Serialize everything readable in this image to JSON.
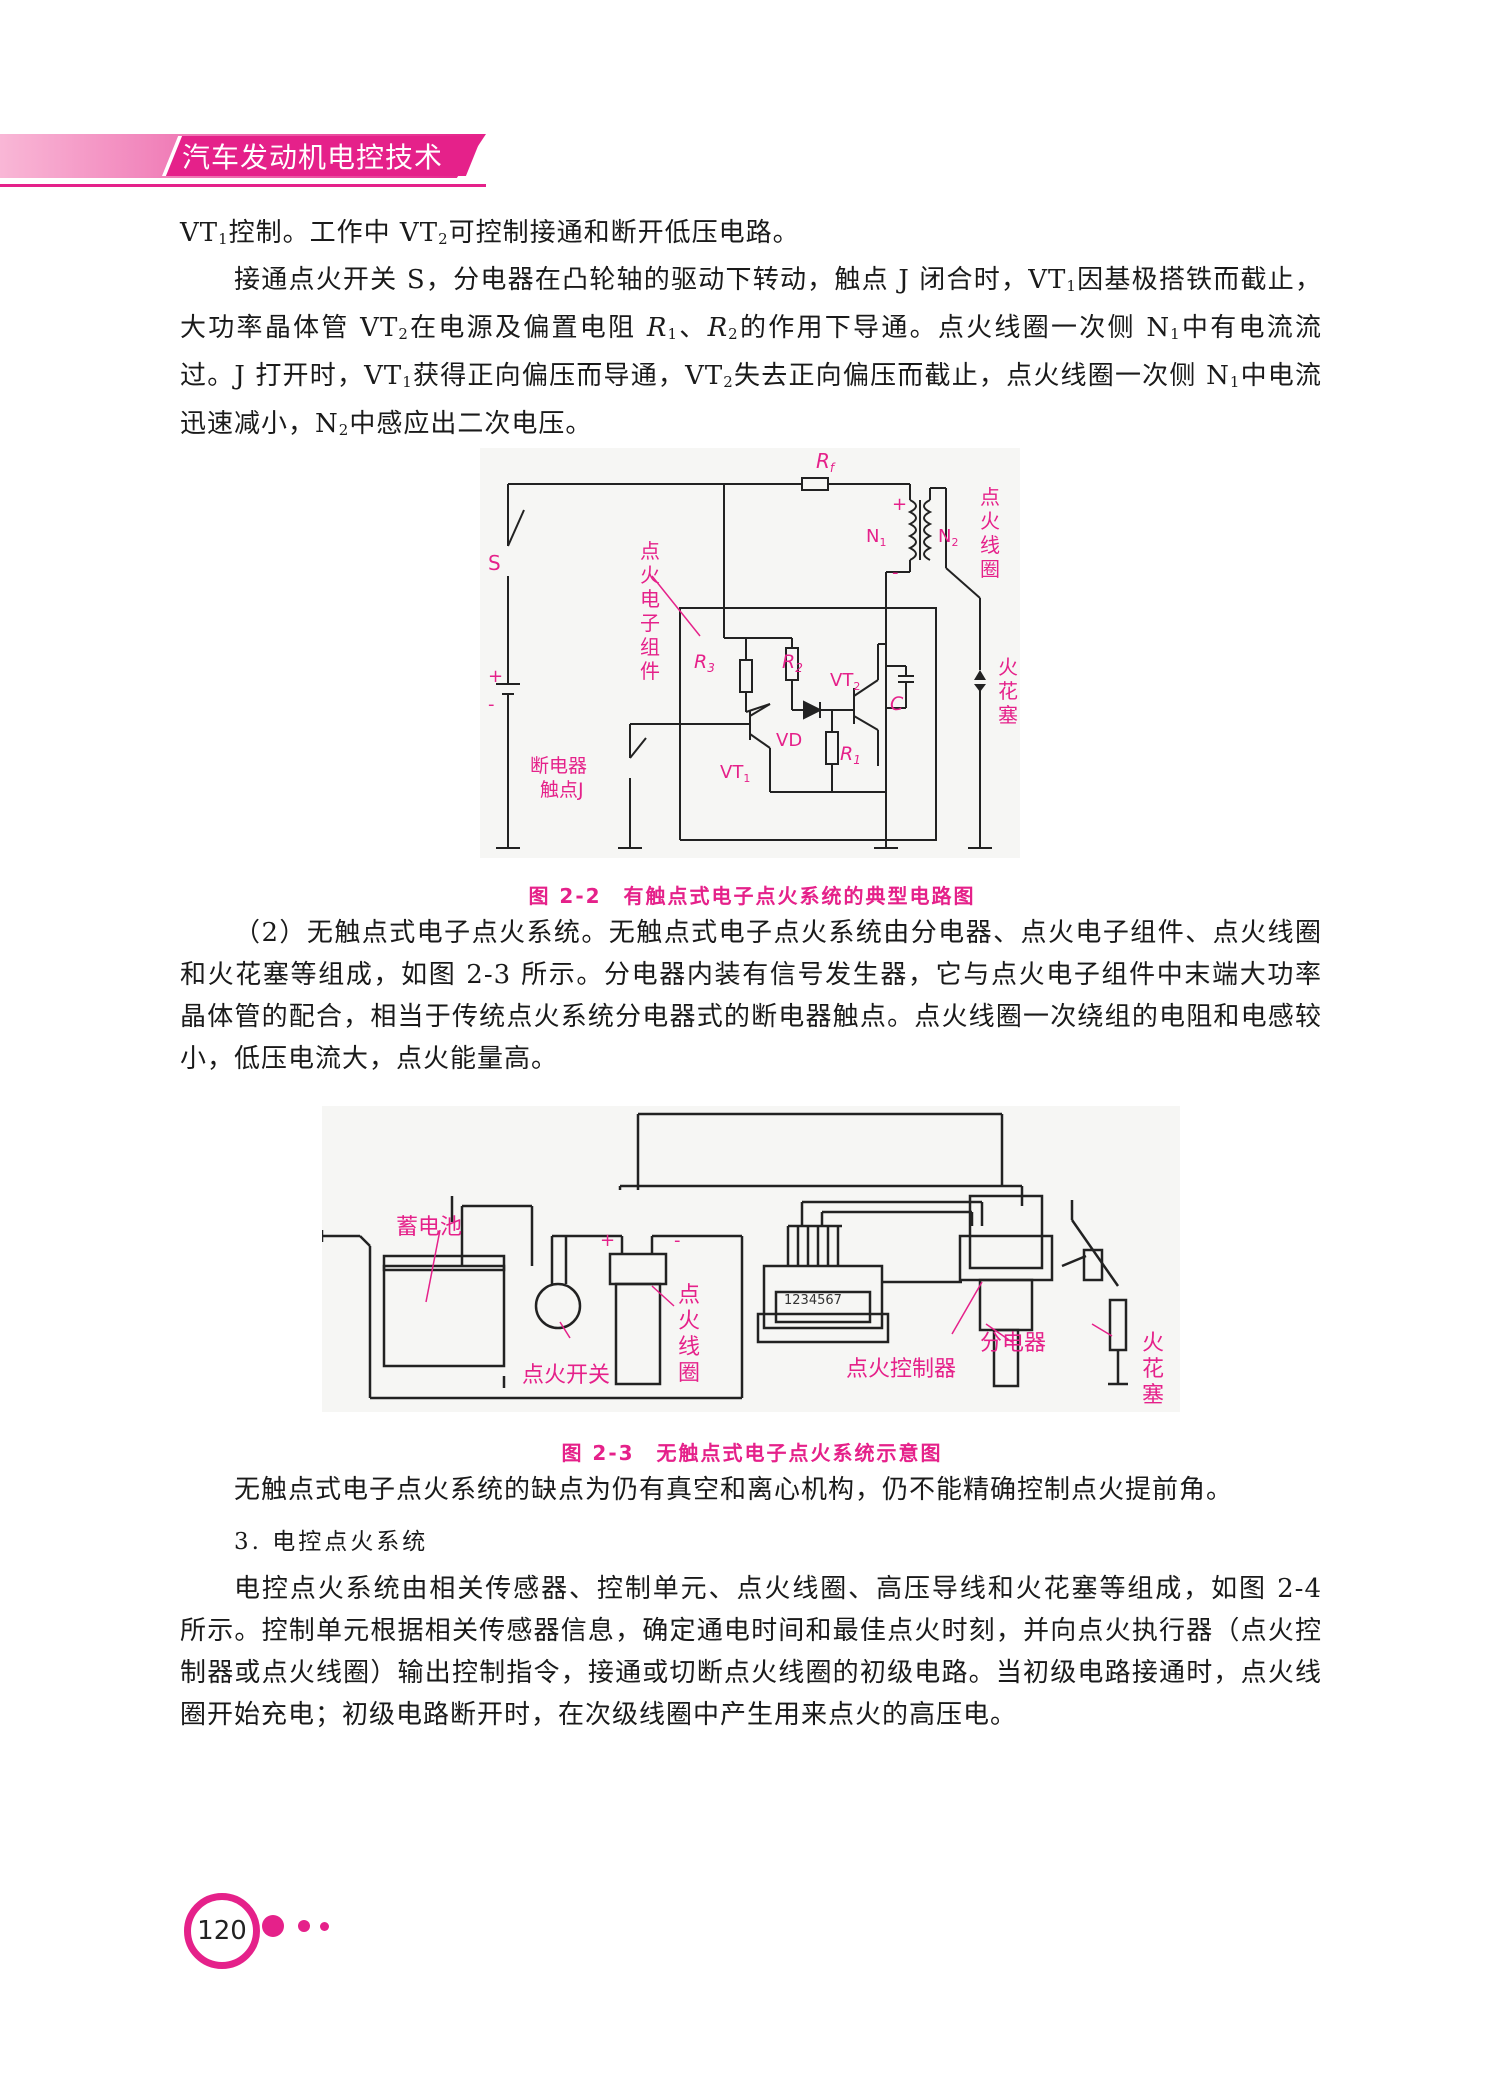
{
  "header": {
    "title": "汽车发动机电控技术"
  },
  "paragraphs": {
    "p1": {
      "a": "VT",
      "s1": "1",
      "b": "控制。工作中 VT",
      "s2": "2",
      "c": "可控制接通和断开低压电路。"
    },
    "p2": {
      "a": "接通点火开关 S，分电器在凸轮轴的驱动下转动，触点 J 闭合时，VT",
      "s1": "1",
      "b": "因基极搭铁而截止，大功率晶体管 VT",
      "s2": "2",
      "c": "在电源及偏置电阻 ",
      "r1": "R",
      "r1s": "1",
      "d": "、",
      "r2": "R",
      "r2s": "2",
      "e": "的作用下导通。点火线圈一次侧 N",
      "s3": "1",
      "f": "中有电流流过。J 打开时，VT",
      "s4": "1",
      "g": "获得正向偏压而导通，VT",
      "s5": "2",
      "h": "失去正向偏压而截止，点火线圈一次侧 N",
      "s6": "1",
      "i": "中电流迅速减小，N",
      "s7": "2",
      "j": "中感应出二次电压。"
    },
    "p3": "（2）无触点式电子点火系统。无触点式电子点火系统由分电器、点火电子组件、点火线圈和火花塞等组成，如图 2-3 所示。分电器内装有信号发生器，它与点火电子组件中末端大功率晶体管的配合，相当于传统点火系统分电器式的断电器触点。点火线圈一次绕组的电阻和电感较小，低压电流大，点火能量高。",
    "p4": "无触点式电子点火系统的缺点为仍有真空和离心机构，仍不能精确控制点火提前角。",
    "heading": "3. 电控点火系统",
    "p5": "电控点火系统由相关传感器、控制单元、点火线圈、高压导线和火花塞等组成，如图 2-4 所示。控制单元根据相关传感器信息，确定通电时间和最佳点火时刻，并向点火执行器（点火控制器或点火线圈）输出控制指令，接通或切断点火线圈的初级电路。当初级电路接通时，点火线圈开始充电；初级电路断开时，在次级线圈中产生用来点火的高压电。"
  },
  "figure1": {
    "caption": "图 2-2　有触点式电子点火系统的典型电路图",
    "labels": {
      "rf": "R",
      "rf_sub": "f",
      "s": "S",
      "plus": "+",
      "minus": "-",
      "coil_plus": "+",
      "coil_minus": "-",
      "n1": "N",
      "n1_sub": "1",
      "n2": "N",
      "n2_sub": "2",
      "coil_vertical": [
        "点",
        "火",
        "线",
        "圈"
      ],
      "module_vertical": [
        "点",
        "火",
        "电",
        "子",
        "组",
        "件"
      ],
      "r3": "R",
      "r3_sub": "3",
      "r2": "R",
      "r2_sub": "2",
      "vt2": "VT",
      "vt2_sub": "2",
      "c": "C",
      "vd": "VD",
      "vt1": "VT",
      "vt1_sub": "1",
      "r1": "R",
      "r1_sub": "1",
      "plug_vertical": [
        "火",
        "花",
        "塞"
      ],
      "breaker_line1": "断电器",
      "breaker_line2": "触点J"
    }
  },
  "figure2": {
    "caption": "图 2-3　无触点式电子点火系统示意图",
    "labels": {
      "battery": "蓄电池",
      "switch": "点火开关",
      "coil_vertical": [
        "点",
        "火",
        "线",
        "圈"
      ],
      "coil_plus": "+",
      "coil_minus": "-",
      "pins": "1234567",
      "controller": "点火控制器",
      "distributor": "分电器",
      "plug_vertical": [
        "火",
        "花",
        "塞"
      ]
    }
  },
  "page_number": "120"
}
